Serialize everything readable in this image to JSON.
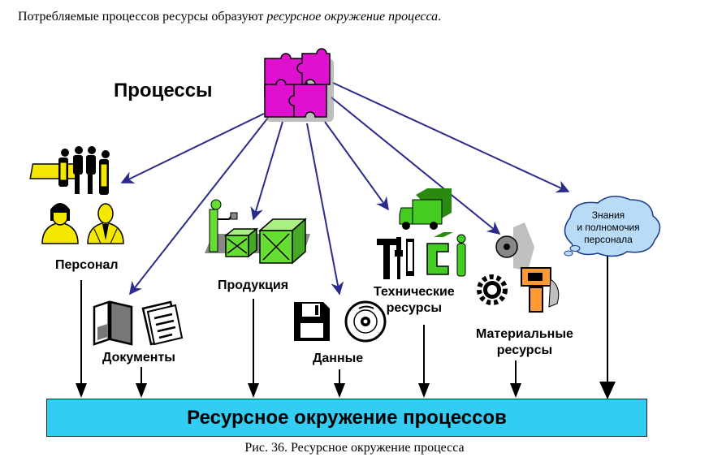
{
  "intro": {
    "text_plain": "Потребляемые процессов ресурсы образуют ",
    "text_italic": "ресурсное окружение процесса",
    "text_end": "."
  },
  "nodes": {
    "processes": "Процессы",
    "personnel": "Персонал",
    "documents": "Документы",
    "products": "Продукция",
    "data": "Данные",
    "technical_1": "Технические",
    "technical_2": "ресурсы",
    "material_1": "Материальные",
    "material_2": "ресурсы",
    "knowledge_1": "Знания",
    "knowledge_2": "и полномочия",
    "knowledge_3": "персонала"
  },
  "banner": {
    "text": "Ресурсное окружение процессов"
  },
  "caption": {
    "text": "Рис. 36. Ресурсное окружение процесса"
  },
  "colors": {
    "arrow": "#2b2b8c",
    "puzzle": "#e010d0",
    "banner": "#33ccf2",
    "people": "#f5e800",
    "products": "#66dd33",
    "truck": "#44cc22",
    "cloud": "#b8dcf8",
    "material": "#ff9933"
  },
  "icons": [
    "puzzle-icon",
    "people-icon",
    "books-icon",
    "products-icon",
    "floppy-icon",
    "disc-icon",
    "truck-icon",
    "tools-icon",
    "gear-icon",
    "disc-saw-icon",
    "cloud-icon"
  ]
}
